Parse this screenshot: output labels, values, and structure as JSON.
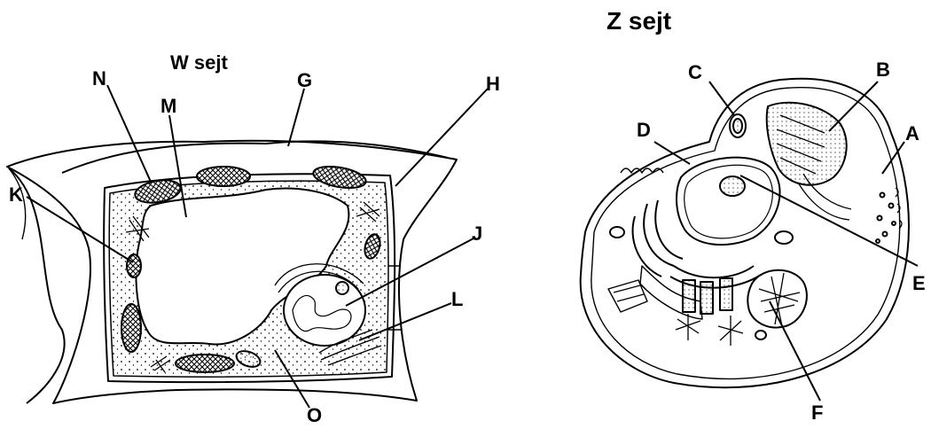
{
  "titles": {
    "plant": "W sejt",
    "animal": "Z sejt"
  },
  "plant_labels": {
    "N": "N",
    "M": "M",
    "G": "G",
    "H": "H",
    "K": "K",
    "J": "J",
    "L": "L",
    "O": "O"
  },
  "animal_labels": {
    "C": "C",
    "B": "B",
    "D": "D",
    "A": "A",
    "E": "E",
    "F": "F"
  }
}
